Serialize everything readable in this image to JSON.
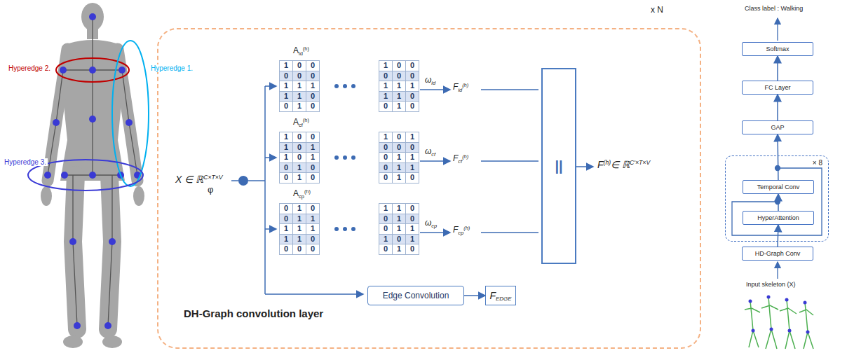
{
  "diagram": {
    "nodes": [
      {
        "text": [
          "DH-Graph convolution layer"
        ]
      },
      {
        "text": [
          "||"
        ],
        "in": 0
      },
      {
        "text": [
          "Edge Convolution"
        ],
        "in": 0
      },
      {
        "text": [
          "F",
          "EDGE"
        ],
        "in": 0
      },
      {
        "text": [
          "Softmax"
        ]
      },
      {
        "text": [
          "FC Layer"
        ]
      },
      {
        "text": [
          "GAP"
        ]
      },
      {
        "text": [
          "× 8"
        ]
      },
      {
        "text": [
          "Temporal Conv"
        ],
        "in": 7
      },
      {
        "text": [
          "HyperAttention"
        ],
        "in": 7
      },
      {
        "text": [
          "HD-Graph Conv"
        ]
      }
    ],
    "edges": [
      {
        "from": 2,
        "to": 3,
        "arrow": "to"
      },
      {
        "from": 10,
        "to": 9,
        "arrow": "to"
      },
      {
        "from": 9,
        "to": 8,
        "arrow": "to"
      },
      {
        "from": 8,
        "to": 6,
        "arrow": "to"
      },
      {
        "from": 6,
        "to": 5,
        "arrow": "to"
      },
      {
        "from": 5,
        "to": 4,
        "arrow": "to"
      }
    ],
    "labels": [
      "Hyperedge 2.",
      "Hyperedge 1.",
      "Hyperedge 3.",
      "x N",
      "X ∈ ℝ",
      "C×T×V",
      "φ",
      "A",
      "id",
      "(h)",
      "ω",
      "id",
      "F",
      "id",
      "(h)",
      "A",
      "cf",
      "(h)",
      "ω",
      "cf",
      "F",
      "cf",
      "(h)",
      "A",
      "cp",
      "(h)",
      "ω",
      "cp",
      "F",
      "cp",
      "(h)",
      "F",
      "(h)",
      "∈ ℝ",
      "C′×T×V",
      "Class label : Walking",
      "Input skeleton (X)",
      "1",
      "0",
      "0",
      "0",
      "0",
      "0",
      "1",
      "1",
      "1",
      "1",
      "1",
      "0",
      "0",
      "1",
      "0",
      "1",
      "0",
      "0",
      "0",
      "0",
      "0",
      "1",
      "1",
      "1",
      "1",
      "1",
      "0",
      "0",
      "1",
      "0",
      "1",
      "0",
      "0",
      "1",
      "0",
      "1",
      "1",
      "0",
      "1",
      "0",
      "1",
      "0",
      "0",
      "1",
      "0",
      "1",
      "0",
      "1",
      "0",
      "0",
      "0",
      "0",
      "1",
      "1",
      "0",
      "1",
      "1",
      "0",
      "1",
      "0",
      "0",
      "1",
      "0",
      "0",
      "1",
      "1",
      "1",
      "1",
      "1",
      "1",
      "1",
      "0",
      "0",
      "0",
      "0",
      "1",
      "1",
      "0",
      "0",
      "1",
      "0",
      "0",
      "1",
      "1",
      "1",
      "0",
      "1",
      "0",
      "1",
      "0"
    ]
  }
}
